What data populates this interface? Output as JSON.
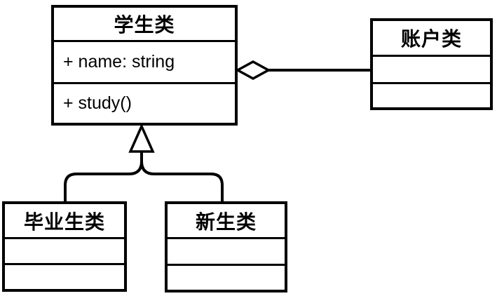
{
  "diagram": {
    "background_color": "#ffffff",
    "stroke_color": "#000000"
  },
  "classes": {
    "student": {
      "name": "学生类",
      "attributes": [
        "+ name: string"
      ],
      "methods": [
        "+ study()"
      ]
    },
    "account": {
      "name": "账户类",
      "attributes": [],
      "methods": []
    },
    "graduate": {
      "name": "毕业生类",
      "attributes": [],
      "methods": []
    },
    "freshman": {
      "name": "新生类",
      "attributes": [],
      "methods": []
    }
  },
  "relationships": [
    {
      "type": "aggregation",
      "whole": "学生类",
      "part": "账户类",
      "marker": "hollow-diamond"
    },
    {
      "type": "inheritance",
      "parent": "学生类",
      "children": [
        "毕业生类",
        "新生类"
      ],
      "marker": "hollow-triangle"
    }
  ]
}
